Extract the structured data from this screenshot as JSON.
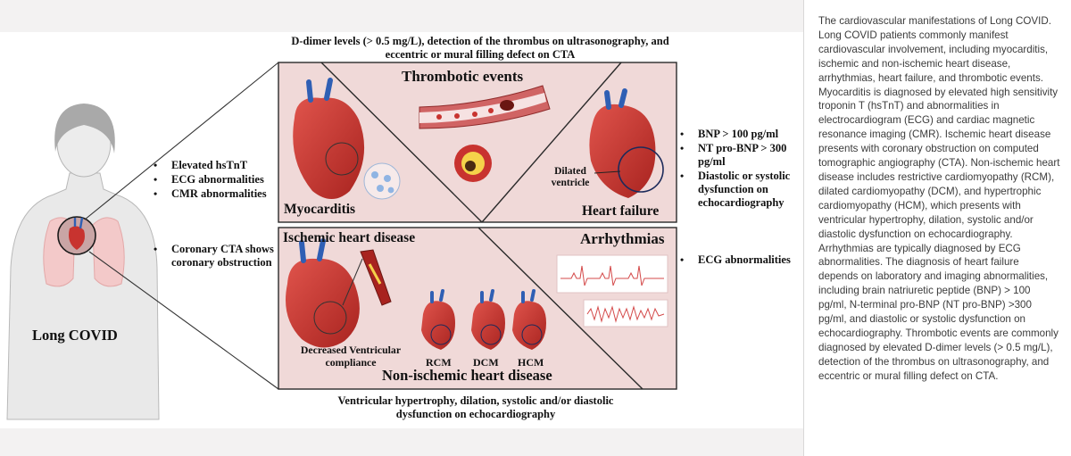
{
  "figure": {
    "top_caption": "D-dimer levels (> 0.5 mg/L), detection of the thrombus on ultrasonography, and eccentric or mural filling defect on CTA",
    "bottom_caption": "Ventricular hypertrophy, dilation, systolic and/or diastolic dysfunction on echocardiography",
    "patient_label": "Long COVID",
    "myocarditis_bullets": [
      "Elevated hsTnT",
      "ECG abnormalities",
      "CMR abnormalities"
    ],
    "ischemic_bullets": [
      "Coronary CTA shows coronary obstruction"
    ],
    "heart_failure_bullets": [
      "BNP > 100 pg/ml",
      "NT pro-BNP > 300 pg/ml",
      "Diastolic or systolic dysfunction on echocardiography"
    ],
    "arrhythmia_bullets": [
      "ECG abnormalities"
    ],
    "panels": {
      "thrombotic": "Thrombotic events",
      "myocarditis": "Myocarditis",
      "heart_failure": "Heart failure",
      "ischemic": "Ischemic heart disease",
      "arrhythmias": "Arrhythmias",
      "non_ischemic": "Non-ischemic heart disease"
    },
    "labels": {
      "dilated_ventricle": "Dilated ventricle",
      "decreased_compliance": "Decreased Ventricular compliance",
      "rcm": "RCM",
      "dcm": "DCM",
      "hcm": "HCM"
    },
    "colors": {
      "panel_fill": "#f0d9d8",
      "panel_border": "#2a2a2a",
      "heart_red": "#c8332f",
      "vessel_blue": "#2f5fb4",
      "skin": "#ececec"
    }
  },
  "caption": "The cardiovascular manifestations of Long COVID. Long COVID patients commonly manifest cardiovascular involvement, including myocarditis, ischemic and non-ischemic heart disease, arrhythmias, heart failure, and thrombotic events. Myocarditis is diagnosed by elevated high sensitivity troponin T (hsTnT) and abnormalities in electrocardiogram (ECG) and cardiac magnetic resonance imaging (CMR). Ischemic heart disease presents with coronary obstruction on computed tomographic angiography (CTA). Non-ischemic heart disease includes restrictive cardiomyopathy (RCM), dilated cardiomyopathy (DCM), and hypertrophic cardiomyopathy (HCM), which presents with ventricular hypertrophy, dilation, systolic and/or diastolic dysfunction on echocardiography. Arrhythmias are typically diagnosed by ECG abnormalities. The diagnosis of heart failure depends on laboratory and imaging abnormalities, including brain natriuretic peptide (BNP) > 100 pg/ml, N-terminal pro-BNP (NT pro-BNP) >300 pg/ml, and diastolic or systolic dysfunction on echocardiography. Thrombotic events are commonly diagnosed by elevated D-dimer levels (> 0.5 mg/L), detection of the thrombus on ultrasonography, and eccentric or mural filling defect on CTA."
}
